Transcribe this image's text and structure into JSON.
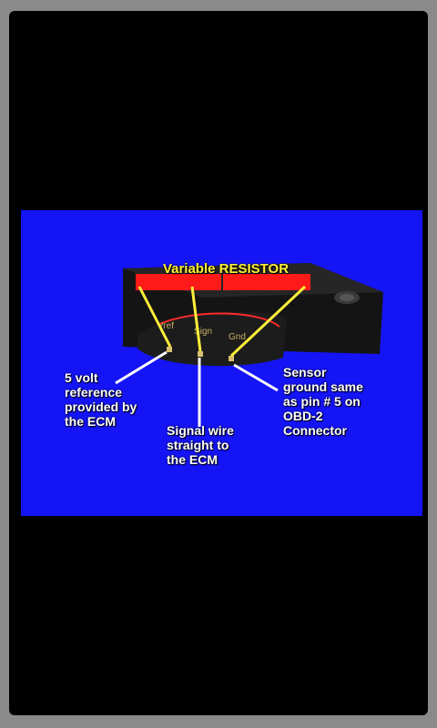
{
  "diagram": {
    "title": "Variable RESISTOR",
    "labels": {
      "volt_ref": "5 volt\nreference\nprovided by\nthe ECM",
      "signal": "Signal wire\nstraight to\nthe ECM",
      "ground": "Sensor\nground same\nas pin # 5 on\nOBD-2\nConnector"
    },
    "pin_labels": [
      "Vref",
      "Sign",
      "Gnd"
    ]
  },
  "colors": {
    "background": "#1414f5",
    "highlight": "#ff1a1a",
    "pointer": "#ffef3a",
    "text": "#ffffff"
  }
}
